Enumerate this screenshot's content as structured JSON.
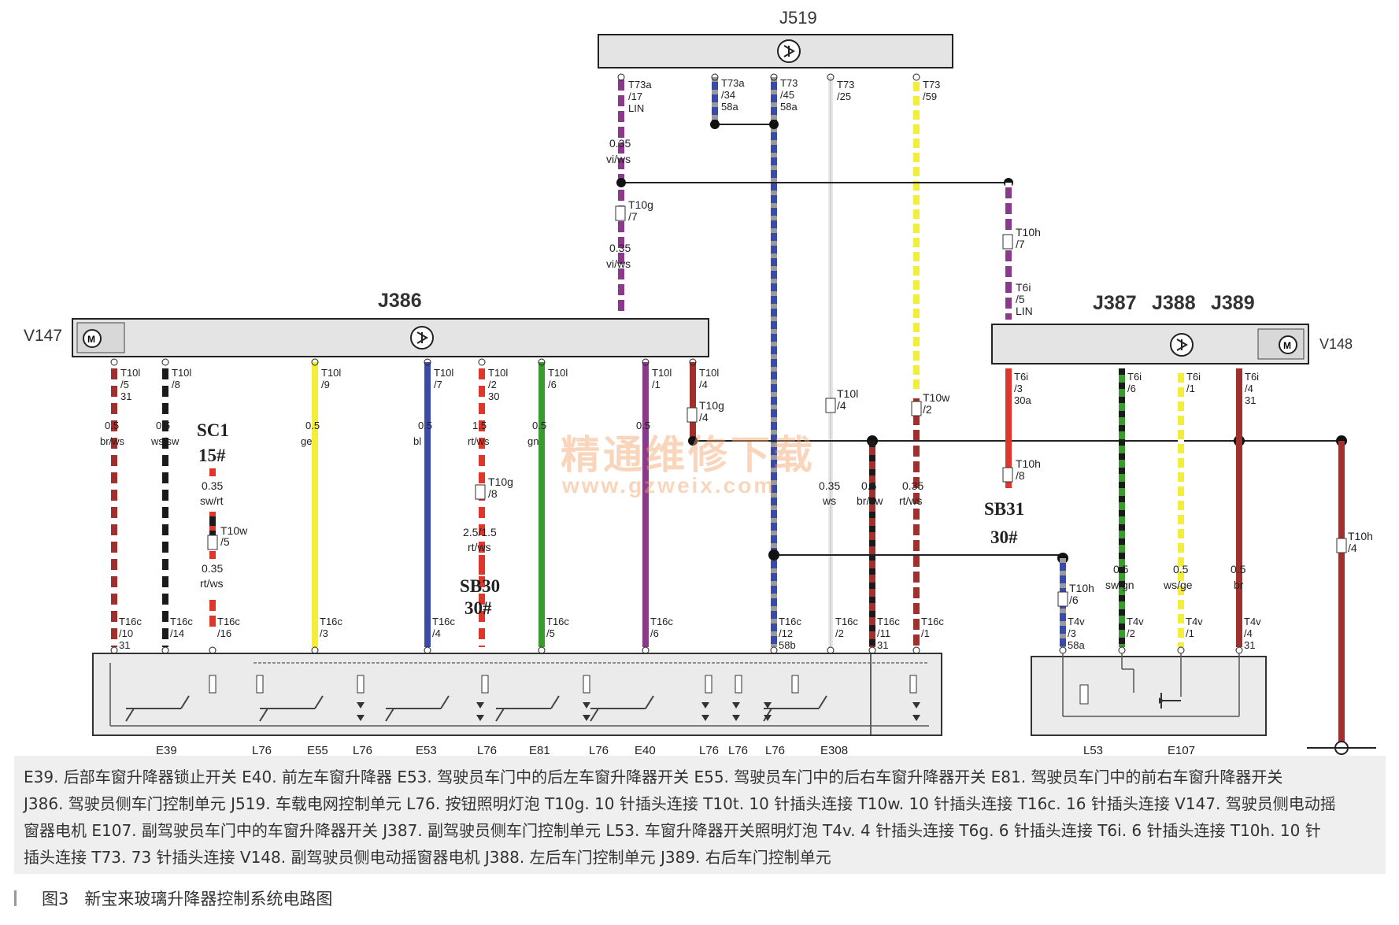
{
  "title": "J519",
  "modules": [
    {
      "id": "J519",
      "label": "J519"
    },
    {
      "id": "J386",
      "label": "J386"
    },
    {
      "id": "V147",
      "label": "V147"
    },
    {
      "id": "J387",
      "label": "J387"
    },
    {
      "id": "J388",
      "label": "J388"
    },
    {
      "id": "J389",
      "label": "J389"
    },
    {
      "id": "V148",
      "label": "V148"
    }
  ],
  "pins_j519": [
    {
      "name": "T73a",
      "pin": "/17",
      "sig": "LIN",
      "color": "#8b3a8b"
    },
    {
      "name": "T73a",
      "pin": "/34",
      "sig": "58a",
      "color": "#3a4aa8"
    },
    {
      "name": "T73",
      "pin": "/45",
      "sig": "58a",
      "color": "#3a4aa8"
    },
    {
      "name": "T73",
      "pin": "/25",
      "sig": "",
      "color": "#dcdcdc"
    },
    {
      "name": "T73",
      "pin": "/59",
      "sig": "",
      "color": "#f2ee3a"
    }
  ],
  "wire_labels_top": [
    {
      "size": "0.35",
      "color_code": "vi/ws"
    },
    {
      "size": "0.35",
      "color_code": "vi/ws"
    }
  ],
  "connectors_mid": [
    {
      "name": "T10g",
      "pin": "/7"
    },
    {
      "name": "T10h",
      "pin": "/7"
    },
    {
      "name": "T6i",
      "pin": "/5",
      "sig": "LIN"
    }
  ],
  "j386_pins": [
    {
      "name": "T10l",
      "pin": "/5",
      "sig": "31",
      "size": "0.5",
      "code": "br/ws",
      "color": "#a0302e",
      "stripe": "#ffffff"
    },
    {
      "name": "T10l",
      "pin": "/8",
      "sig": "",
      "size": "0.5",
      "code": "ws/sw",
      "color": "#1a1a1a",
      "stripe": "#ffffff"
    },
    {
      "name": "T10l",
      "pin": "/9",
      "sig": "",
      "size": "0.5",
      "code": "ge",
      "color": "#f2ee3a",
      "stripe": ""
    },
    {
      "name": "T10l",
      "pin": "/7",
      "sig": "",
      "size": "0.5",
      "code": "bl",
      "color": "#3a4aa8",
      "stripe": ""
    },
    {
      "name": "T10l",
      "pin": "/2",
      "sig": "30",
      "size": "1.5",
      "code": "rt/ws",
      "color": "#e0352b",
      "stripe": "#ffffff"
    },
    {
      "name": "T10l",
      "pin": "/6",
      "sig": "",
      "size": "0.5",
      "code": "gn",
      "color": "#3a9a2e",
      "stripe": ""
    },
    {
      "name": "T10l",
      "pin": "/1",
      "sig": "",
      "size": "0.5",
      "code": "",
      "color": "#8b3a8b",
      "stripe": ""
    },
    {
      "name": "T10l",
      "pin": "/4",
      "sig": "",
      "size": "",
      "code": "",
      "color": "#a0302e",
      "stripe": ""
    }
  ],
  "j387_pins": [
    {
      "name": "T6i",
      "pin": "/3",
      "sig": "30a"
    },
    {
      "name": "T6i",
      "pin": "/6",
      "sig": ""
    },
    {
      "name": "T6i",
      "pin": "/1",
      "sig": ""
    },
    {
      "name": "T6i",
      "pin": "/4",
      "sig": "31"
    }
  ],
  "fuses": [
    {
      "name": "SC1",
      "num": "15#"
    },
    {
      "name": "SB30",
      "num": "30#"
    },
    {
      "name": "SB31",
      "num": "30#"
    }
  ],
  "misc_labels": {
    "sc1_w1": "0.35",
    "sc1_c1": "sw/rt",
    "sc1_conn": "T10w",
    "sc1_pin": "/5",
    "sc1_w2": "0.35",
    "sc1_c2": "rt/ws",
    "sb30_conn": "T10g",
    "sb30_pin": "/8",
    "sb30_w": "2.5/1.5",
    "sb30_c": "rt/ws",
    "t10g4": "T10g",
    "t10g4_pin": "/4",
    "t10l4": "T10l",
    "t10l4_pin": "/4",
    "t10w2": "T10w",
    "t10w2_pin": "/2",
    "ws_size": "0.35",
    "ws_code": "ws",
    "brsw_size": "0.5",
    "brsw_code": "br/sw",
    "rtws_size": "0.35",
    "rtws_code": "rt/ws",
    "t10h8": "T10h",
    "t10h8_pin": "/8",
    "t10h6": "T10h",
    "t10h6_pin": "/6",
    "t10h4": "T10h",
    "t10h4_pin": "/4",
    "swgn_size": "0.5",
    "swgn_code": "sw/gn",
    "wsge_size": "0.5",
    "wsge_code": "ws/ge",
    "br_size": "0.5",
    "br_code": "br"
  },
  "bottom_pins_left": [
    {
      "name": "T16c",
      "pin": "/10",
      "sig": "31"
    },
    {
      "name": "T16c",
      "pin": "/14",
      "sig": ""
    },
    {
      "name": "T16c",
      "pin": "/16",
      "sig": ""
    },
    {
      "name": "T16c",
      "pin": "/3",
      "sig": ""
    },
    {
      "name": "T16c",
      "pin": "/4",
      "sig": ""
    },
    {
      "name": "T16c",
      "pin": "/5",
      "sig": ""
    },
    {
      "name": "T16c",
      "pin": "/6",
      "sig": ""
    },
    {
      "name": "T16c",
      "pin": "/12",
      "sig": "58b"
    },
    {
      "name": "T16c",
      "pin": "/2",
      "sig": ""
    },
    {
      "name": "T16c",
      "pin": "/11",
      "sig": "31"
    },
    {
      "name": "T16c",
      "pin": "/1",
      "sig": ""
    }
  ],
  "bottom_pins_right": [
    {
      "name": "T4v",
      "pin": "/3",
      "sig": "58a"
    },
    {
      "name": "T4v",
      "pin": "/2",
      "sig": ""
    },
    {
      "name": "T4v",
      "pin": "/1",
      "sig": ""
    },
    {
      "name": "T4v",
      "pin": "/4",
      "sig": "31"
    }
  ],
  "components_left": [
    "E39",
    "L76",
    "E55",
    "L76",
    "E53",
    "L76",
    "E81",
    "L76",
    "E40",
    "L76",
    "L76",
    "L76",
    "E308"
  ],
  "components_right": [
    "L53",
    "E107"
  ],
  "watermark": {
    "line1": "精通维修下载",
    "line2": "www.gzweix.com"
  },
  "legend_lines": [
    "E39. 后部车窗升降器锁止开关  E40. 前左车窗升降器  E53. 驾驶员车门中的后左车窗升降器开关  E55. 驾驶员车门中的后右车窗升降器开关  E81. 驾驶员车门中的前右车窗升降器开关",
    "J386. 驾驶员侧车门控制单元  J519. 车载电网控制单元  L76. 按钮照明灯泡  T10g. 10 针插头连接  T10t. 10 针插头连接  T10w. 10 针插头连接  T16c. 16 针插头连接  V147. 驾驶员侧电动摇",
    "窗器电机  E107. 副驾驶员车门中的车窗升降器开关  J387. 副驾驶员侧车门控制单元  L53. 车窗升降器开关照明灯泡  T4v. 4 针插头连接  T6g. 6 针插头连接  T6i. 6 针插头连接  T10h. 10 针",
    "插头连接  T73. 73 针插头连接  V148. 副驾驶员侧电动摇窗器电机  J388. 左后车门控制单元  J389. 右后车门控制单元"
  ],
  "caption": {
    "fig": "图3",
    "text": "新宝来玻璃升降器控制系统电路图"
  }
}
